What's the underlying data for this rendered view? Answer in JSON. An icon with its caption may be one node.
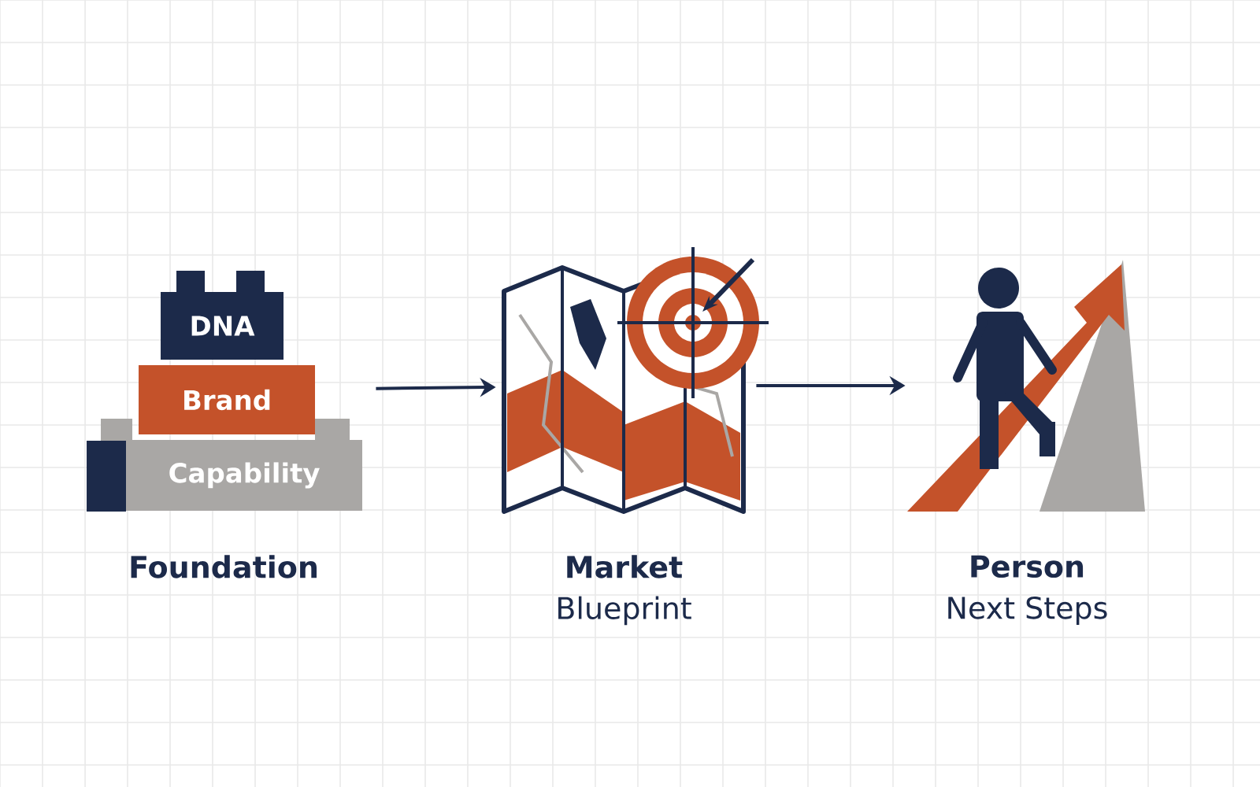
{
  "diagram": {
    "nodes": [
      {
        "text": [],
        "shape": "picture",
        "beside": [
          "Foundation"
        ]
      },
      {
        "text": [
          "DNA"
        ],
        "in": 0
      },
      {
        "text": [
          "Brand"
        ],
        "in": 0
      },
      {
        "text": [
          "Capability"
        ],
        "in": 0
      },
      {
        "text": [],
        "shape": "picture",
        "beside": [
          "Market",
          "Blueprint"
        ]
      },
      {
        "text": [],
        "shape": "picture",
        "beside": [
          "Person",
          "Next Steps"
        ]
      }
    ],
    "edges": [
      {
        "from": 0,
        "to": 4,
        "arrow": "to"
      },
      {
        "from": 4,
        "to": 5,
        "arrow": "to"
      }
    ]
  }
}
